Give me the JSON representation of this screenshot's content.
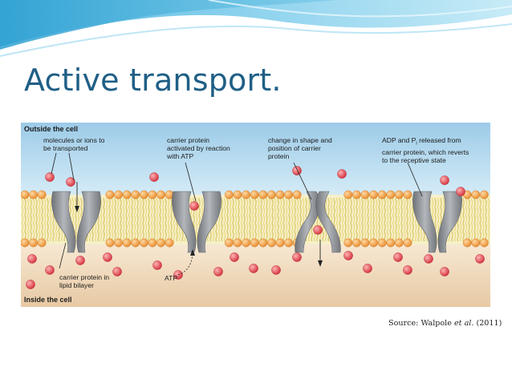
{
  "slide": {
    "title": "Active transport."
  },
  "figure": {
    "outside_label": "Outside the cell",
    "inside_label": "Inside the cell",
    "labels": {
      "molecules_line1": "molecules or ions to",
      "molecules_line2": "be transported",
      "activated_line1": "carrier protein",
      "activated_line2": "activated by reaction",
      "activated_line3": "with ATP",
      "shape_line1": "change in shape and",
      "shape_line2": "position of carrier",
      "shape_line3": "protein",
      "adp_line1a": "ADP and P",
      "adp_line1_sub": "i",
      "adp_line1b": " released from",
      "adp_line2": "carrier protein, which reverts",
      "adp_line3": "to the receptive state",
      "carrier_line1": "carrier protein in",
      "carrier_line2": "lipid bilayer",
      "atp": "ATP"
    },
    "colors": {
      "outside_bg": "#a9d3ec",
      "inside_bg": "#f1dcc0",
      "phospholipid_head": "#f2a047",
      "protein": "#8e9297",
      "molecule": "#e2454d"
    }
  },
  "source": {
    "prefix": "Source: Walpole ",
    "italic": "et al.",
    "suffix": " (2011)"
  }
}
